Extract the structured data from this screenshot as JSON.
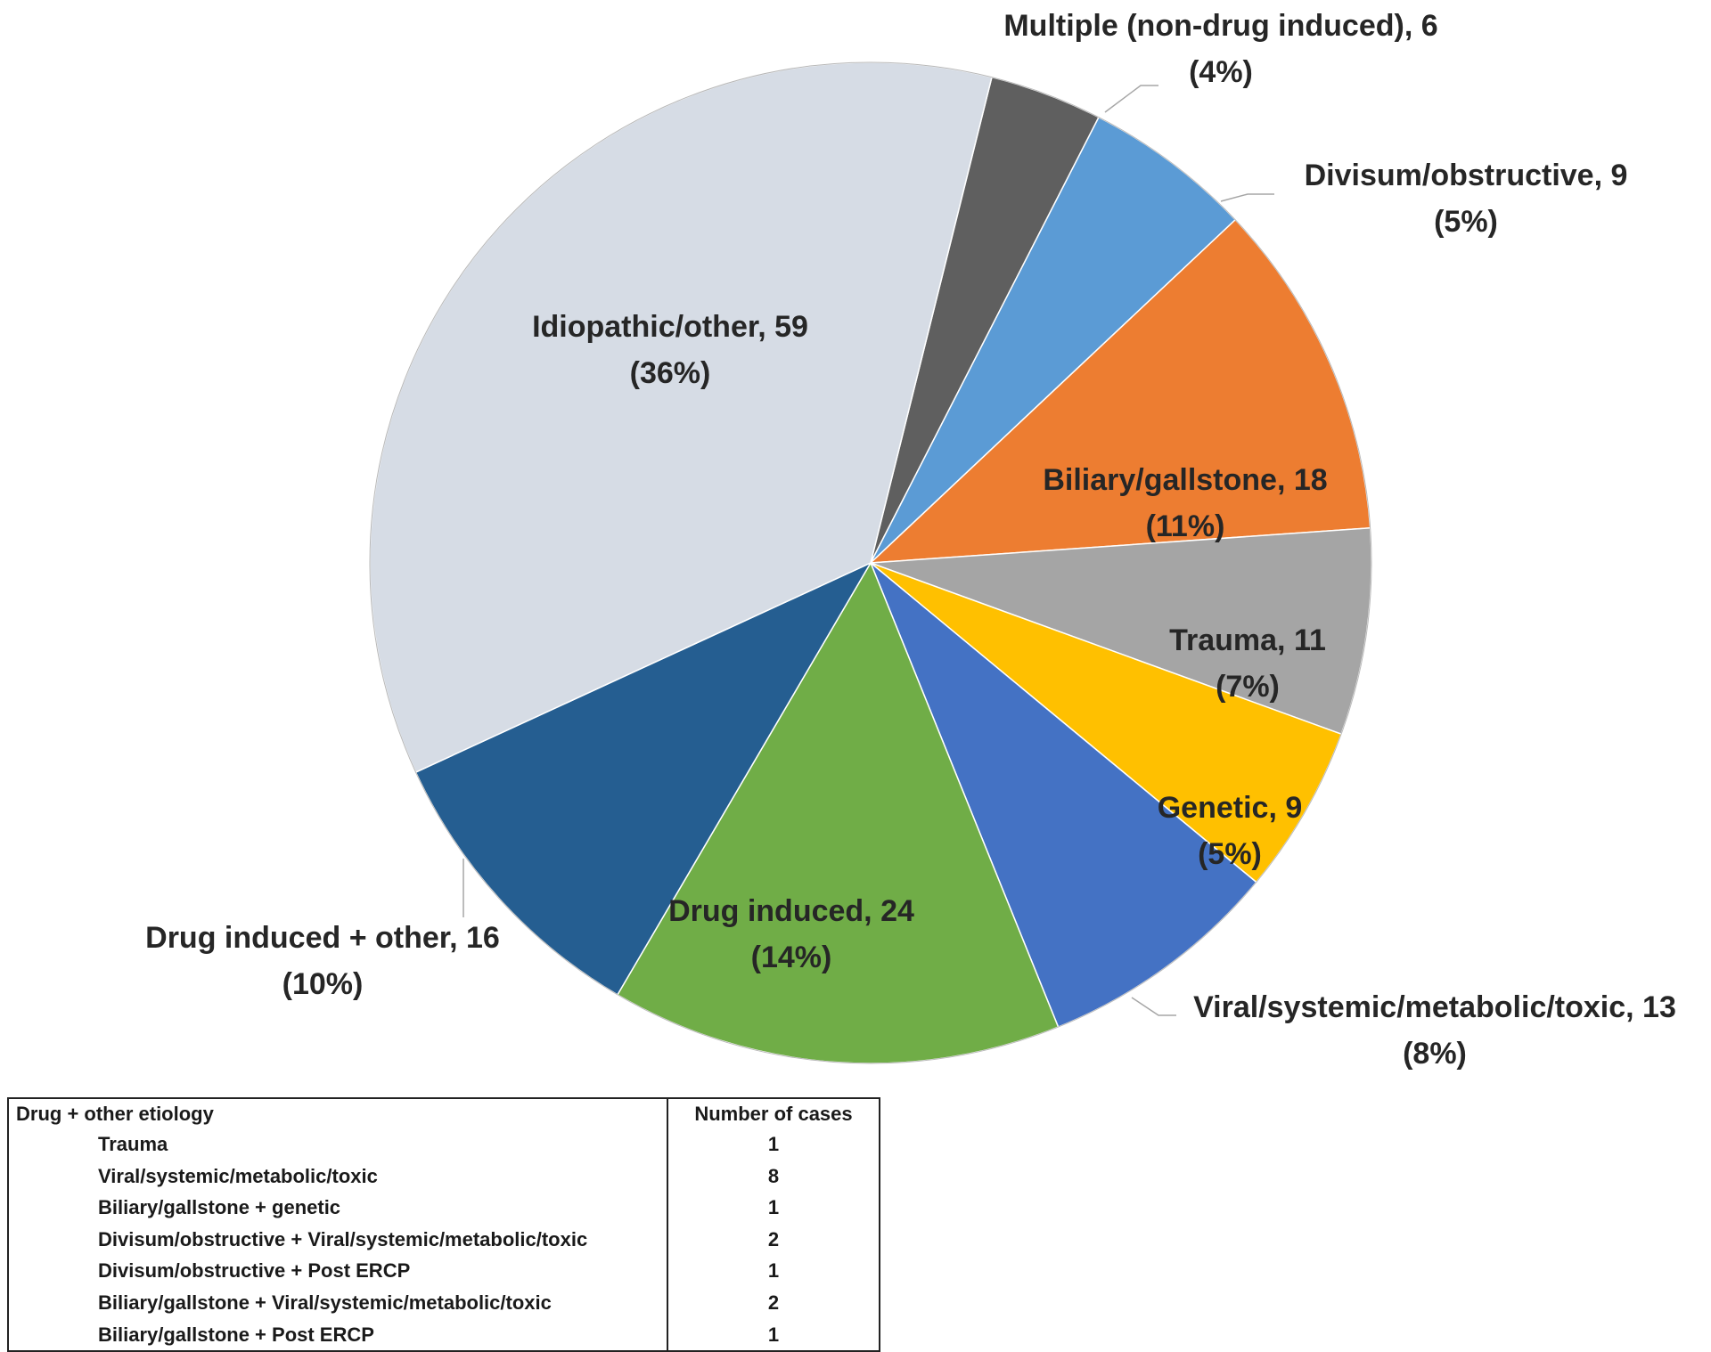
{
  "chart_data": [
    {
      "type": "pie",
      "start_angle_deg": 14,
      "direction": "clockwise",
      "slices": [
        {
          "name": "Multiple (non-drug induced)",
          "value": 6,
          "percent": "4%",
          "label_line1": "Multiple (non-drug induced), 6",
          "label_line2": "(4%)",
          "color": "#5f5f5f",
          "label_color": "#262626"
        },
        {
          "name": "Divisum/obstructive",
          "value": 9,
          "percent": "5%",
          "label_line1": "Divisum/obstructive, 9",
          "label_line2": "(5%)",
          "color": "#5b9bd5",
          "label_color": "#262626"
        },
        {
          "name": "Biliary/gallstone",
          "value": 18,
          "percent": "11%",
          "label_line1": "Biliary/gallstone, 18",
          "label_line2": "(11%)",
          "color": "#ed7d31",
          "label_color": "#262626"
        },
        {
          "name": "Trauma",
          "value": 11,
          "percent": "7%",
          "label_line1": "Trauma, 11",
          "label_line2": "(7%)",
          "color": "#a5a5a5",
          "label_color": "#262626"
        },
        {
          "name": "Genetic",
          "value": 9,
          "percent": "5%",
          "label_line1": "Genetic, 9",
          "label_line2": "(5%)",
          "color": "#ffc000",
          "label_color": "#262626"
        },
        {
          "name": "Viral/systemic/metabolic/toxic",
          "value": 13,
          "percent": "8%",
          "label_line1": "Viral/systemic/metabolic/toxic, 13",
          "label_line2": "(8%)",
          "color": "#4472c4",
          "label_color": "#262626"
        },
        {
          "name": "Drug induced",
          "value": 24,
          "percent": "14%",
          "label_line1": "Drug induced, 24",
          "label_line2": "(14%)",
          "color": "#70ad47",
          "label_color": "#262626"
        },
        {
          "name": "Drug induced + other",
          "value": 16,
          "percent": "10%",
          "label_line1": "Drug induced + other, 16",
          "label_line2": "(10%)",
          "color": "#255e91",
          "label_color": "#262626"
        },
        {
          "name": "Idiopathic/other",
          "value": 59,
          "percent": "36%",
          "label_line1": "Idiopathic/other, 59",
          "label_line2": "(36%)",
          "color": "#d6dce5",
          "label_color": "#262626"
        }
      ]
    },
    {
      "type": "table",
      "columns": [
        "Drug + other etiology",
        "Number of cases"
      ],
      "rows": [
        {
          "etiology": "Trauma",
          "cases": "1"
        },
        {
          "etiology": "Viral/systemic/metabolic/toxic",
          "cases": "8"
        },
        {
          "etiology": "Biliary/gallstone + genetic",
          "cases": "1"
        },
        {
          "etiology": "Divisum/obstructive + Viral/systemic/metabolic/toxic",
          "cases": "2"
        },
        {
          "etiology": "Divisum/obstructive + Post ERCP",
          "cases": "1"
        },
        {
          "etiology": "Biliary/gallstone + Viral/systemic/metabolic/toxic",
          "cases": "2"
        },
        {
          "etiology": "Biliary/gallstone + Post ERCP",
          "cases": "1"
        }
      ]
    }
  ]
}
